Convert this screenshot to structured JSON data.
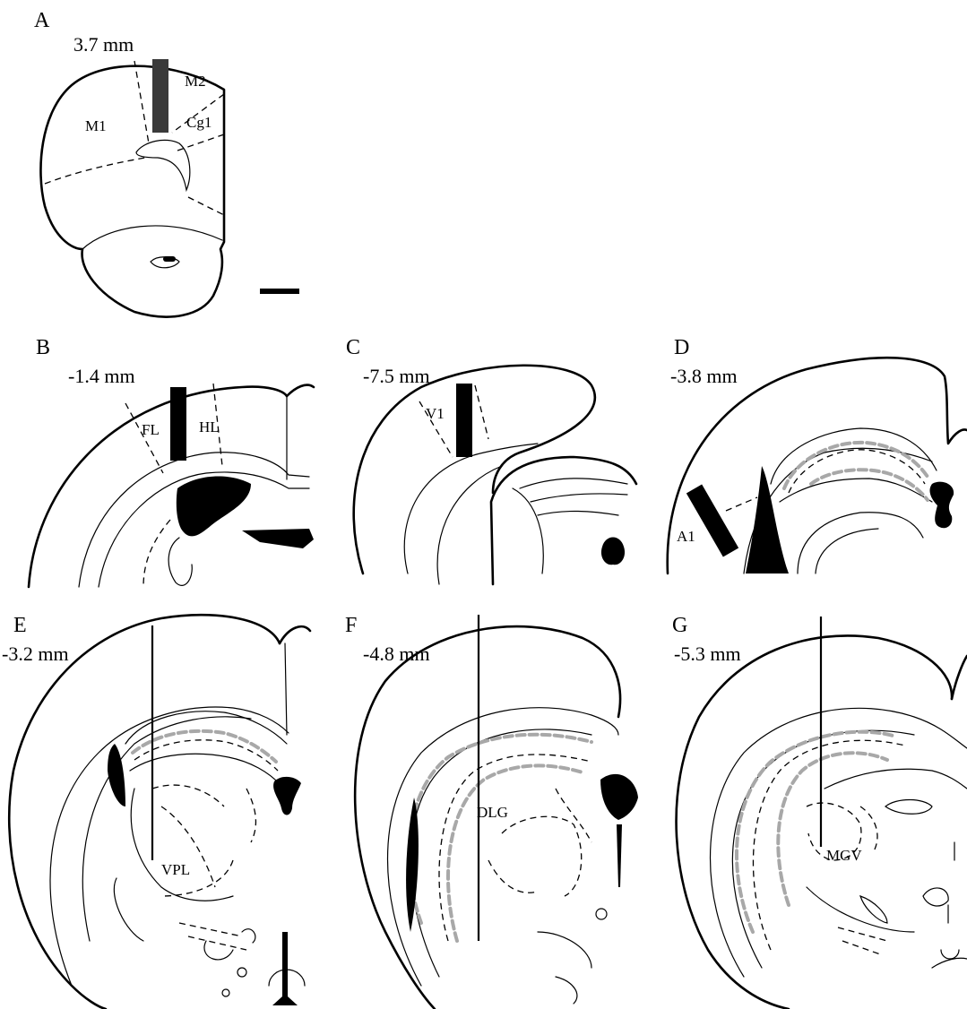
{
  "panels": {
    "A": {
      "letter": "A",
      "depth": "3.7 mm",
      "regions": [
        "M1",
        "M2",
        "Cg1"
      ]
    },
    "B": {
      "letter": "B",
      "depth": "-1.4 mm",
      "regions": [
        "FL",
        "HL"
      ]
    },
    "C": {
      "letter": "C",
      "depth": "-7.5 mm",
      "regions": [
        "V1"
      ]
    },
    "D": {
      "letter": "D",
      "depth": "-3.8 mm",
      "regions": [
        "A1"
      ]
    },
    "E": {
      "letter": "E",
      "depth": "-3.2 mm",
      "regions": [
        "VPL"
      ]
    },
    "F": {
      "letter": "F",
      "depth": "-4.8 mm",
      "regions": [
        "DLG"
      ]
    },
    "G": {
      "letter": "G",
      "depth": "-5.3 mm",
      "regions": [
        "MGV"
      ]
    }
  },
  "colors": {
    "outline": "#000000",
    "recording_site_A": "#3a3a3a",
    "hippocampus_dashed": "#a8a8a8",
    "background": "#ffffff"
  }
}
